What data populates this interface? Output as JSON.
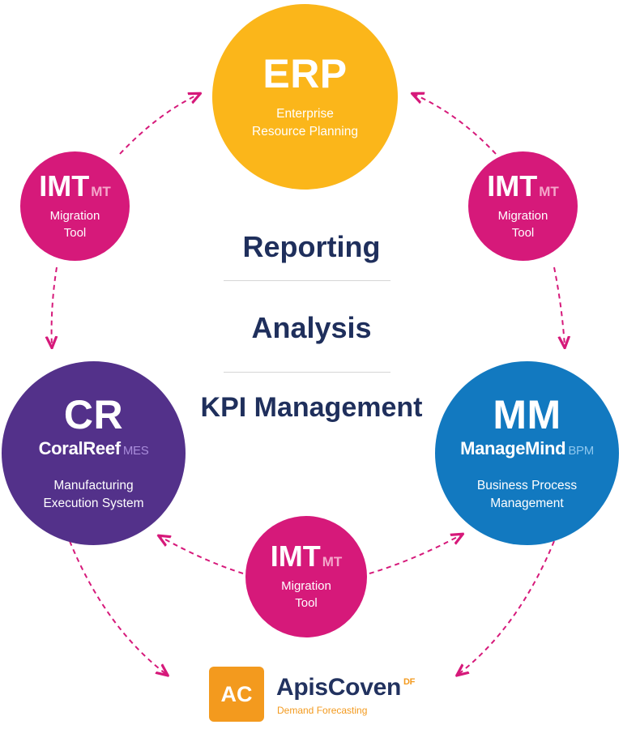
{
  "erp": {
    "title": "ERP",
    "line1": "Enterprise",
    "line2": "Resource Planning"
  },
  "imt_left": {
    "title": "IMT",
    "sub": "MT",
    "line1": "Migration",
    "line2": "Tool"
  },
  "imt_right": {
    "title": "IMT",
    "sub": "MT",
    "line1": "Migration",
    "line2": "Tool"
  },
  "imt_bottom": {
    "title": "IMT",
    "sub": "MT",
    "line1": "Migration",
    "line2": "Tool"
  },
  "cr": {
    "title": "CR",
    "brand": "CoralReef",
    "suffix": "MES",
    "line1": "Manufacturing",
    "line2": "Execution System"
  },
  "mm": {
    "title": "MM",
    "brand": "ManageMind",
    "suffix": "BPM",
    "line1": "Business Process",
    "line2": "Management"
  },
  "center": {
    "item1": "Reporting",
    "item2": "Analysis",
    "item3": "KPI Management"
  },
  "apiscoven": {
    "logo": "AC",
    "name": "ApisCoven",
    "suffix": "DF",
    "subtitle": "Demand Forecasting"
  },
  "colors": {
    "erp": "#fbb61a",
    "imt": "#d6197a",
    "cr": "#53318a",
    "mm": "#1279c0",
    "apiscoven": "#f39a1e",
    "text_dark": "#1f2f5c"
  }
}
